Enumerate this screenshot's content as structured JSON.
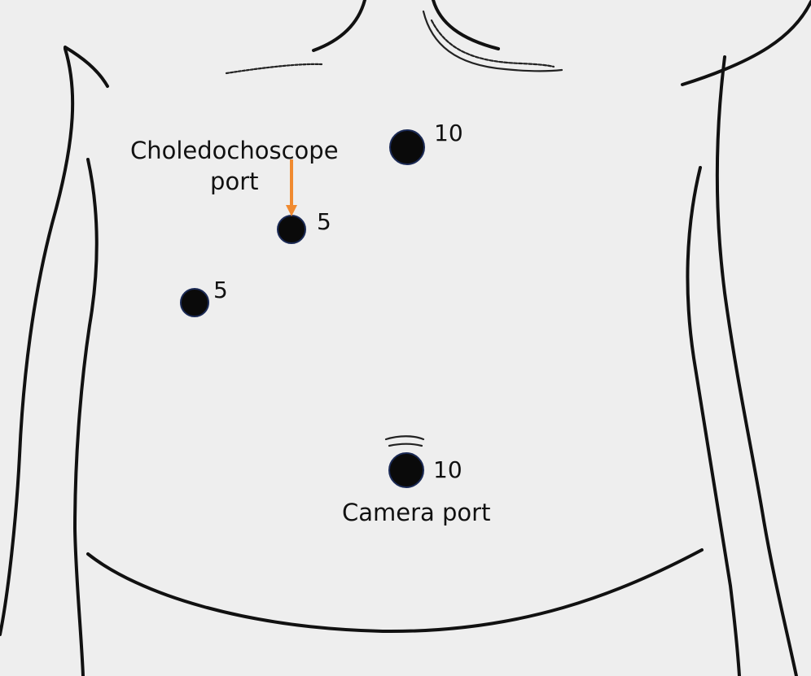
{
  "colors": {
    "background": "#eeeeee",
    "outline": "#111111",
    "port": "#0a0a0a",
    "port_rim": "#1b2a55",
    "arrow": "#f08a30"
  },
  "labels": {
    "choledochoscope_line1": "Choledochoscope",
    "choledochoscope_line2": "port",
    "camera_port": "Camera port"
  },
  "ports": [
    {
      "id": "port-epigastric",
      "size_label": "10"
    },
    {
      "id": "port-choledochoscope",
      "size_label": "5"
    },
    {
      "id": "port-right-lateral",
      "size_label": "5"
    },
    {
      "id": "port-umbilical",
      "size_label": "10"
    }
  ]
}
